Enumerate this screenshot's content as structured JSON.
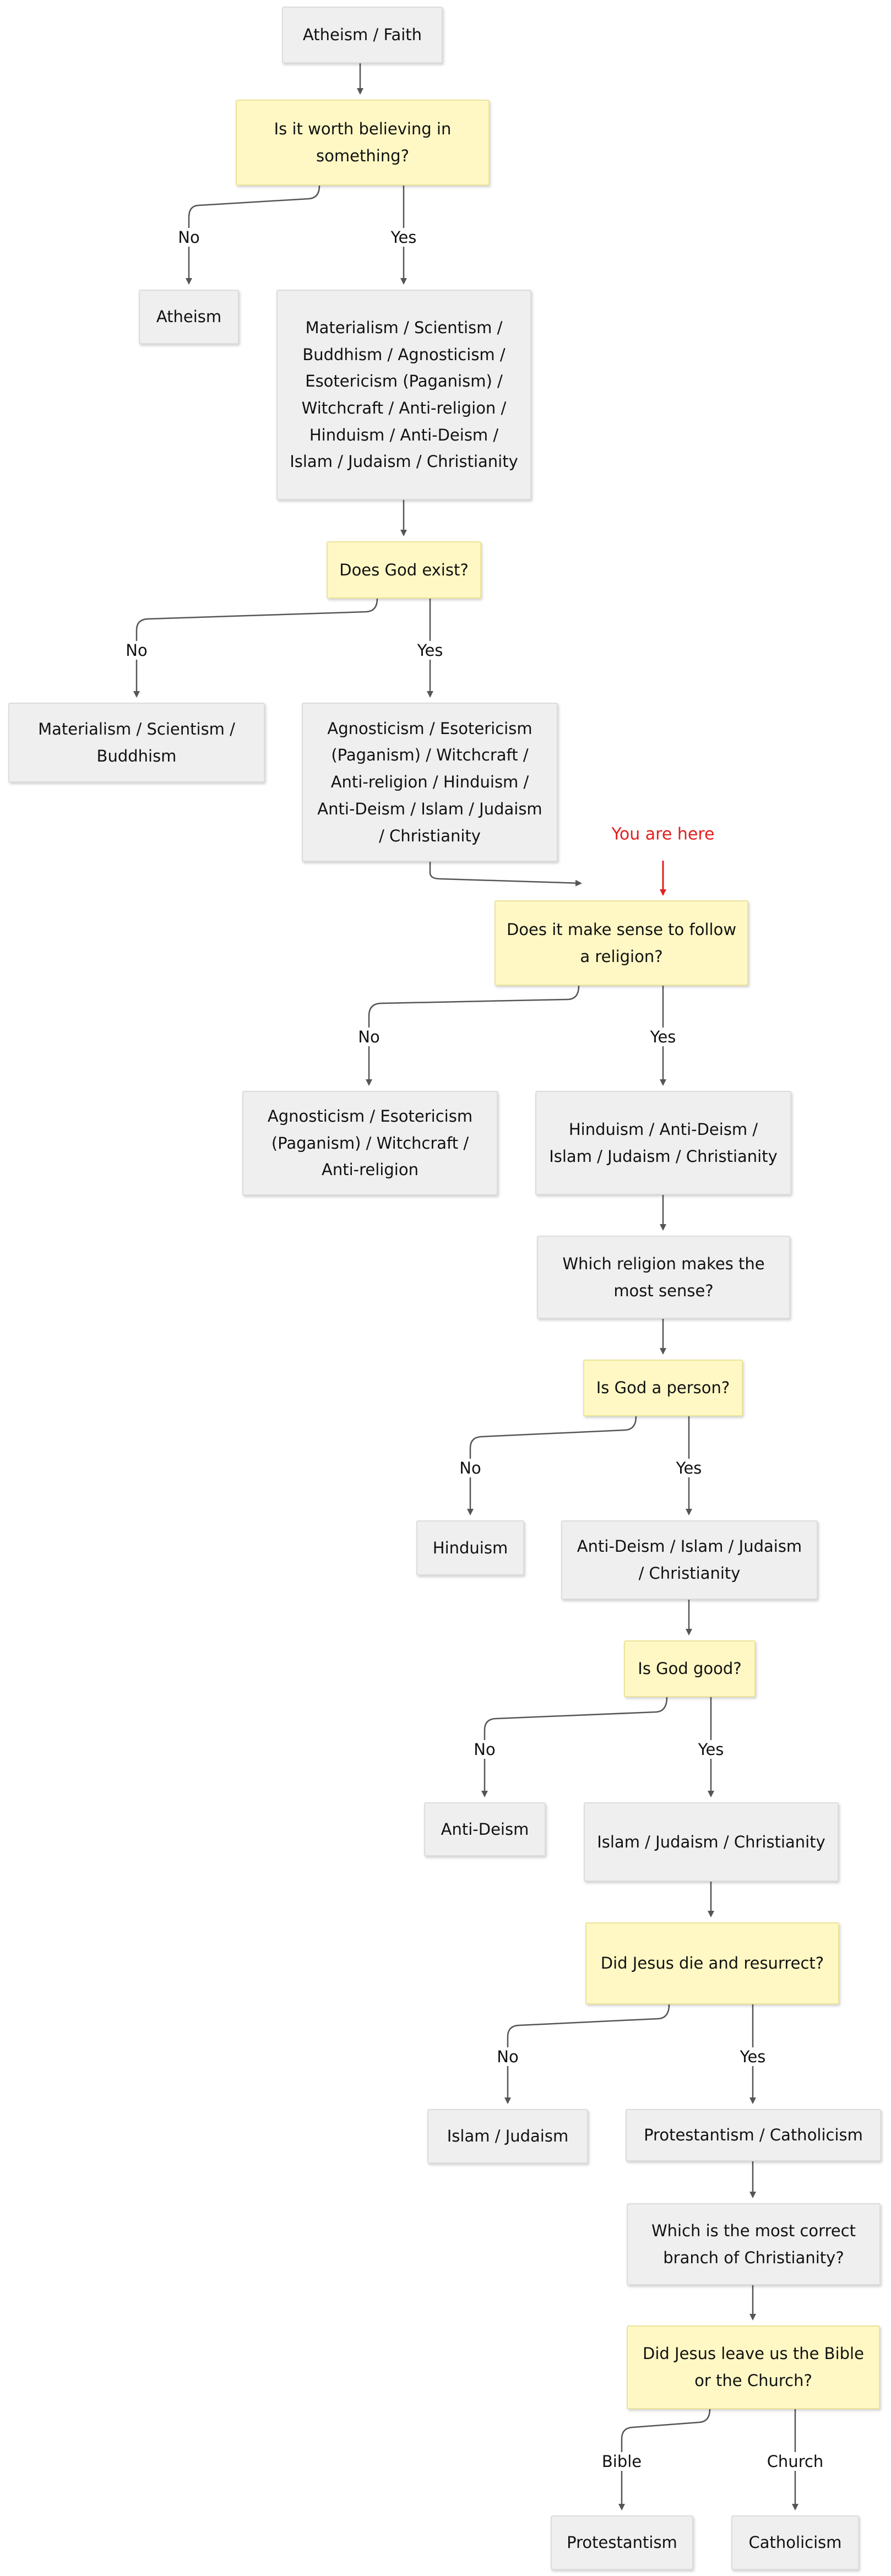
{
  "nodes": {
    "n_atheism_faith": "Atheism / Faith",
    "q_worth": "Is it worth believing in something?",
    "n_atheism": "Atheism",
    "n_all": "Materialism / Scientism / Buddhism / Agnosticism / Esotericism (Paganism) / Witchcraft / Anti-religion / Hinduism / Anti-Deism / Islam / Judaism / Christianity",
    "q_god_exist": "Does God exist?",
    "n_materialism": "Materialism / Scientism / Buddhism",
    "n_agnosticism_all": "Agnosticism / Esotericism (Paganism) / Witchcraft / Anti-religion / Hinduism / Anti-Deism / Islam / Judaism / Christianity",
    "q_religion": "Does it make sense to follow a religion?",
    "n_agnosticism": "Agnosticism / Esotericism (Paganism) / Witchcraft / Anti-religion",
    "n_hinduism_all": "Hinduism / Anti-Deism / Islam / Judaism / Christianity",
    "n_which_religion": "Which religion makes the most sense?",
    "q_person": "Is God a person?",
    "n_hinduism": "Hinduism",
    "n_antideism_all": "Anti-Deism / Islam / Judaism / Christianity",
    "q_good": "Is God good?",
    "n_antideism": "Anti-Deism",
    "n_islam_all": "Islam / Judaism / Christianity",
    "q_jesus": "Did Jesus die and resurrect?",
    "n_islam_judaism": "Islam / Judaism",
    "n_prot_cath": "Protestantism / Catholicism",
    "n_which_branch": "Which is the most correct branch of Christianity?",
    "q_bible_church": "Did Jesus leave us the Bible or the Church?",
    "n_protestantism": "Protestantism",
    "n_catholicism": "Catholicism"
  },
  "edge_labels": {
    "worth_no": "No",
    "worth_yes": "Yes",
    "exist_no": "No",
    "exist_yes": "Yes",
    "religion_no": "No",
    "religion_yes": "Yes",
    "person_no": "No",
    "person_yes": "Yes",
    "good_no": "No",
    "good_yes": "Yes",
    "jesus_no": "No",
    "jesus_yes": "Yes",
    "bible": "Bible",
    "church": "Church"
  },
  "marker": {
    "text": "You are here",
    "color": "#e41e1e"
  },
  "colors": {
    "box": "#efefef",
    "question": "#fff8c4",
    "edge": "#555555"
  }
}
